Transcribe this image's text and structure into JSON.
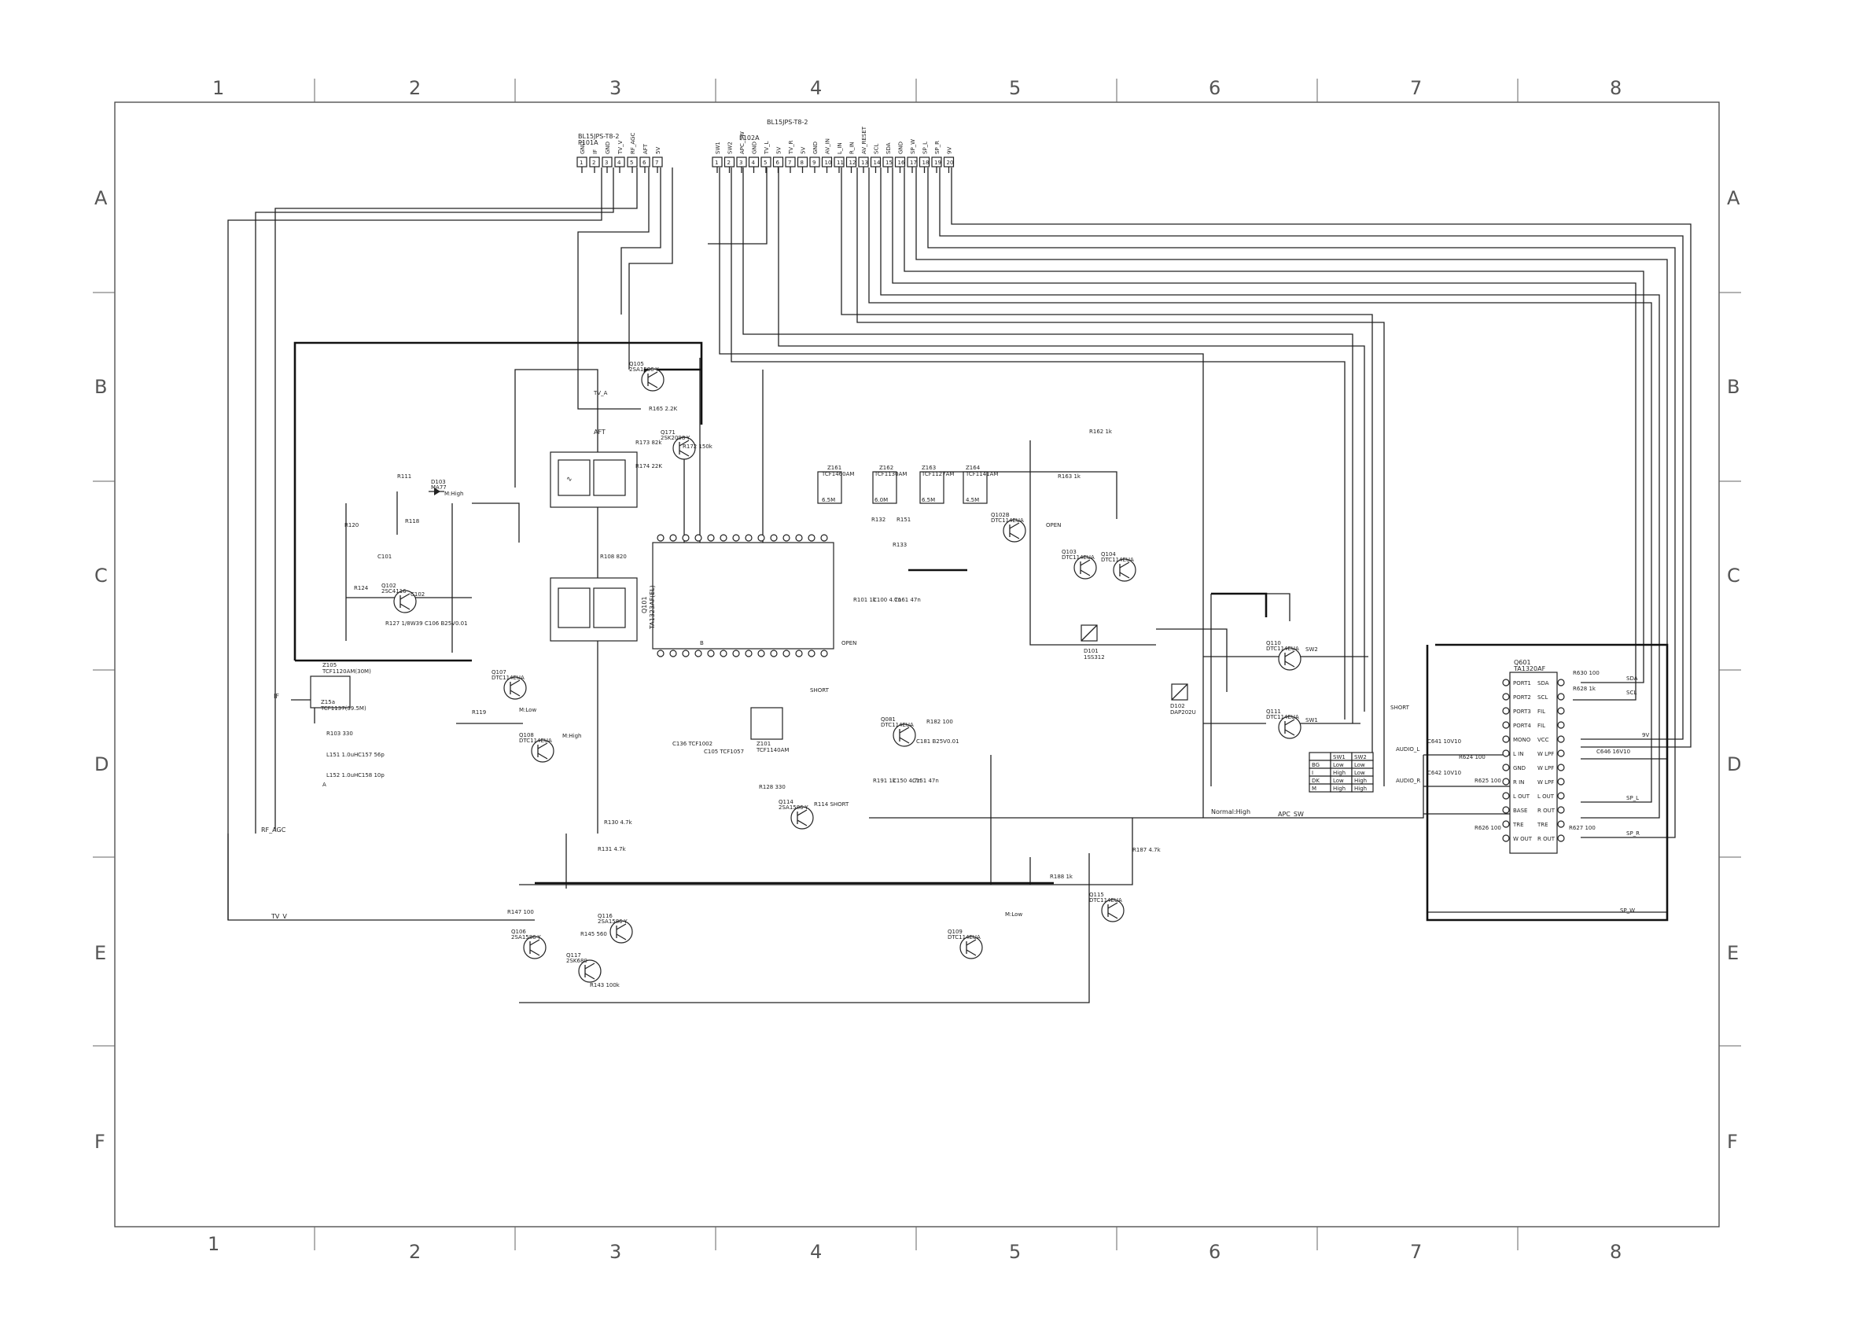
{
  "grid": {
    "columns": [
      "1",
      "2",
      "3",
      "4",
      "5",
      "6",
      "7",
      "8"
    ],
    "rows": [
      "A",
      "B",
      "C",
      "D",
      "E",
      "F"
    ]
  },
  "connectors": {
    "p101a": {
      "part": "BL15JPS-T8-2",
      "ref": "P101A",
      "pins": [
        "GND",
        "IF",
        "GND",
        "TV_V",
        "RF_AGC",
        "AFT",
        "5V"
      ]
    },
    "p102a": {
      "part": "BL15JPS-T8-2",
      "ref": "P102A",
      "pins": [
        "SW1",
        "SW2",
        "APC_SW",
        "GND",
        "TV_L",
        "5V",
        "TV_R",
        "5V",
        "GND",
        "AV_IN",
        "L_IN",
        "R_IN",
        "AV_RESET",
        "SCL",
        "SDA",
        "GND",
        "SP_W",
        "SP_L",
        "SP_R",
        "9V"
      ]
    }
  },
  "ics": {
    "q101": {
      "ref": "Q101",
      "part": "TA1323AF(EL)"
    },
    "q601": {
      "ref": "Q601",
      "part": "TA1320AF",
      "left_pins": [
        "PORT1",
        "PORT2",
        "PORT3",
        "PORT4",
        "MONO",
        "L IN",
        "GND",
        "R IN",
        "L OUT",
        "BASE",
        "TRE",
        "W OUT"
      ],
      "right_pins": [
        "SDA",
        "SCL",
        "FIL",
        "FIL",
        "VCC",
        "W LPF",
        "W LPF",
        "W LPF",
        "L OUT",
        "R OUT",
        "TRE",
        "R OUT"
      ]
    }
  },
  "transistors": [
    {
      "ref": "Q105",
      "part": "2SA1586-Y"
    },
    {
      "ref": "Q171",
      "part": "2SK2098-Y"
    },
    {
      "ref": "Q102",
      "part": "2SC4116"
    },
    {
      "ref": "Q107",
      "part": "DTC114EUA"
    },
    {
      "ref": "Q108",
      "part": "DTC114EUA"
    },
    {
      "ref": "Q102B",
      "part": "DTC114EUA"
    },
    {
      "ref": "Q103",
      "part": "DTC114EUA"
    },
    {
      "ref": "Q104",
      "part": "DTC114EUA"
    },
    {
      "ref": "Q110",
      "part": "DTC114EUA"
    },
    {
      "ref": "Q111",
      "part": "DTC114EUA"
    },
    {
      "ref": "Q081",
      "part": "DTC114EUA"
    },
    {
      "ref": "Q109",
      "part": "DTC114EUA"
    },
    {
      "ref": "Q115",
      "part": "DTC114EUA"
    },
    {
      "ref": "Q106",
      "part": "2SA1586-Y"
    },
    {
      "ref": "Q116",
      "part": "2SA1586-Y"
    },
    {
      "ref": "Q117",
      "part": "2SK680"
    },
    {
      "ref": "Q114",
      "part": "2SA1586-Y"
    }
  ],
  "filters": [
    {
      "ref": "Z161",
      "part": "TCF1460AM",
      "freq": "6.5M"
    },
    {
      "ref": "Z162",
      "part": "TCF1130AM",
      "freq": "6.0M"
    },
    {
      "ref": "Z163",
      "part": "TCF1127AM",
      "freq": "6.5M"
    },
    {
      "ref": "Z164",
      "part": "TCF1141AM",
      "freq": "4.5M"
    },
    {
      "ref": "Z101",
      "part": "TCF1140AM"
    },
    {
      "ref": "Z105",
      "part": "TCF1120AM(30M)"
    },
    {
      "ref": "Z15a",
      "part": "TCF1137(39.5M)"
    }
  ],
  "diodes": [
    {
      "ref": "D103",
      "part": "MA77"
    },
    {
      "ref": "D101",
      "part": "1SS312"
    },
    {
      "ref": "D102",
      "part": "DAP202U"
    }
  ],
  "labels": {
    "aft": "AFT",
    "if": "IF",
    "rf_agc": "RF_AGC",
    "tv_v": "TV_V",
    "tv_a": "TV_A",
    "m_high": "M:High",
    "m_low": "M:Low",
    "normal_high": "Normal:High",
    "apc_sw": "APC_SW",
    "audio_l": "AUDIO_L",
    "audio_r": "AUDIO_R",
    "sw1": "SW1",
    "sw2": "SW2",
    "sda": "SDA",
    "scl": "SCL",
    "sp_l": "SP_L",
    "sp_r": "SP_R",
    "sp_w": "SP_W",
    "open": "OPEN",
    "short": "SHORT",
    "v9": "9V",
    "b": "B",
    "a": "A"
  },
  "components": {
    "r111": "R111",
    "r120": "R120",
    "r118": "R118",
    "c102": "C102",
    "r124": "R124",
    "r127": "R127 1/8W39",
    "c106": "C106 B25V0.01",
    "c101": "C101",
    "r119": "R119",
    "r103": "R103 330",
    "l151": "L151 1.0uH",
    "l152": "L152 1.0uH",
    "c157": "C157 56p",
    "c158": "C158 10p",
    "r165": "R165 2.2K",
    "r173": "R173 82k",
    "r172": "R172 150k",
    "r174": "R174 22K",
    "r108": "R108 820",
    "r132": "R132",
    "r151": "R151",
    "r133": "R133",
    "r101": "R101 1k",
    "c100": "C100 4.7n",
    "c161": "C161 47n",
    "r182": "R182 100",
    "c181": "C181 B25V0.01",
    "r191": "R191 1k",
    "c150": "C150 4.7n",
    "c151": "C151 47n",
    "r128": "R128 330",
    "r114": "R114 SHORT",
    "r130": "R130 4.7k",
    "r131": "R131 4.7k",
    "r147": "R147 100",
    "r145": "R145 560",
    "r143": "R143 100k",
    "r187": "R187 4.7k",
    "r188": "R188 1k",
    "c136": "C136 TCF1002",
    "c105": "C105 TCF1057",
    "r162": "R162 1k",
    "r163": "R163 1k",
    "r630": "R630 100",
    "r628": "R628 1k",
    "c641": "C641 10V10",
    "c642": "C642 10V10",
    "c646": "C646 16V10",
    "r624": "R624 100",
    "r625": "R625 100",
    "r626": "R626 100",
    "r627": "R627 100"
  },
  "truth_table": {
    "headers": [
      "",
      "SW1",
      "SW2"
    ],
    "rows": [
      [
        "BG",
        "Low",
        "Low"
      ],
      [
        "I",
        "High",
        "Low"
      ],
      [
        "DK",
        "Low",
        "High"
      ],
      [
        "M",
        "High",
        "High"
      ]
    ]
  }
}
